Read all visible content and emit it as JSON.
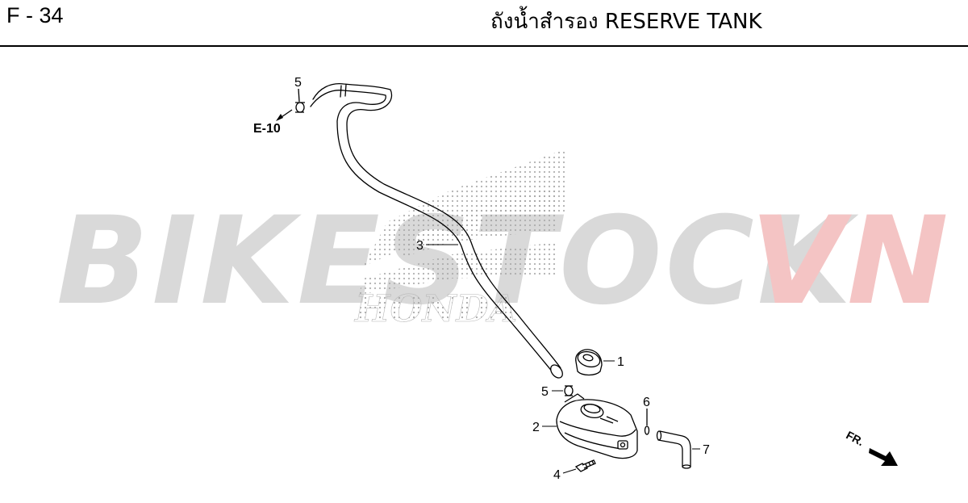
{
  "header": {
    "page_code": "F - 34",
    "title": "ถังน้ำสำรอง  RESERVE TANK"
  },
  "watermark": {
    "brand_main": "BIKESTOCK",
    "brand_accent": "VN",
    "honda": "HONDA",
    "colors": {
      "main": "#d9d9d9",
      "accent": "#f4c4c4",
      "dots": "#a8a8a8"
    }
  },
  "diagram": {
    "reference": "E-10",
    "direction_label": "FR.",
    "callouts": {
      "clip_top": "5",
      "hose": "3",
      "cap": "1",
      "clip_bottom": "5",
      "tank": "2",
      "clip_outlet": "6",
      "outlet_tube": "7",
      "bolt": "4"
    }
  }
}
